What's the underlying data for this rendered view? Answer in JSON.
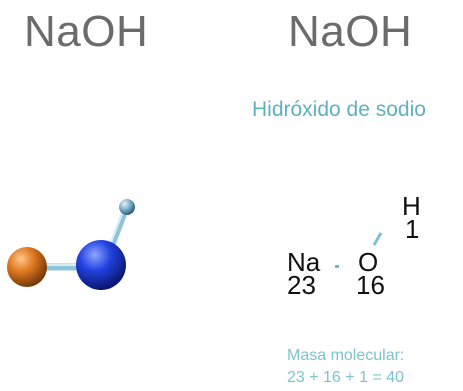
{
  "formula_left": "NaOH",
  "formula_right": "NaOH",
  "compound_name": "Hidróxido de sodio",
  "atoms": {
    "na": {
      "symbol": "Na",
      "mass": "23",
      "color": "#d6701a"
    },
    "o": {
      "symbol": "O",
      "mass": "16",
      "color": "#1f3fd8"
    },
    "h": {
      "symbol": "H",
      "mass": "1",
      "color": "#6fa9c9"
    }
  },
  "bond_color": "#8ec4d8",
  "molecular_mass": {
    "label": "Masa molecular:",
    "calculation": "23 + 16 + 1 = 40"
  }
}
